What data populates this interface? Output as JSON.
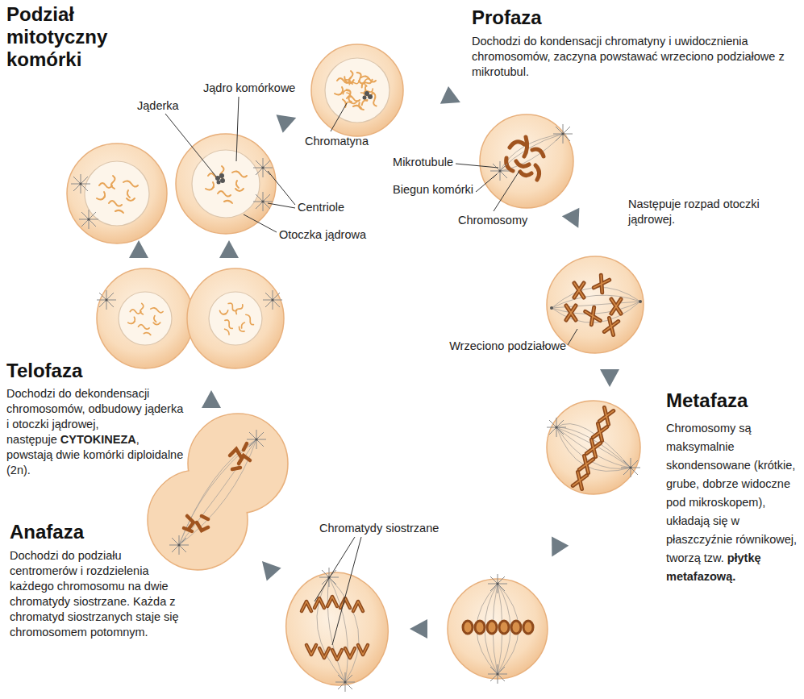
{
  "diagram": {
    "title": "Podział mitotyczny komórki",
    "labels": [
      "Profaza",
      "Dochodzi do kondensacji chromatyny i uwidocznienia chromosomów, zaczyna powstawać wrzeciono podziałowe z mikrotubul.",
      "Jądro komórkowe",
      "Jąderka",
      "Chromatyna",
      "Mikrotubule",
      "Biegun komórki",
      "Centriole",
      "Chromosomy",
      "Otoczka jądrowa",
      "Następuje rozpad otoczki jądrowej.",
      "Wrzeciono podziałowe",
      "Telofaza",
      "Dochodzi do dekondensacji chromosomów, odbudowy jąderka i otoczki jądrowej, następuje",
      "CYTOKINEZA",
      ", powstają dwie komórki diploidalne (2n).",
      "Metafaza",
      "Chromosomy są maksymalnie skondensowane (krótkie, grube, dobrze widoczne pod mikroskopem), układają się w płaszczyźnie równikowej, tworzą tzw.",
      "płytkę metafazową.",
      "Anafaza",
      "Dochodzi do podziału centromerów i rozdzielenia każdego chromosomu na dwie chromatydy siostrzane. Każda z chromatyd siostrzanych staje się chromosomem potomnym.",
      "Chromatydy siostrzane"
    ]
  }
}
